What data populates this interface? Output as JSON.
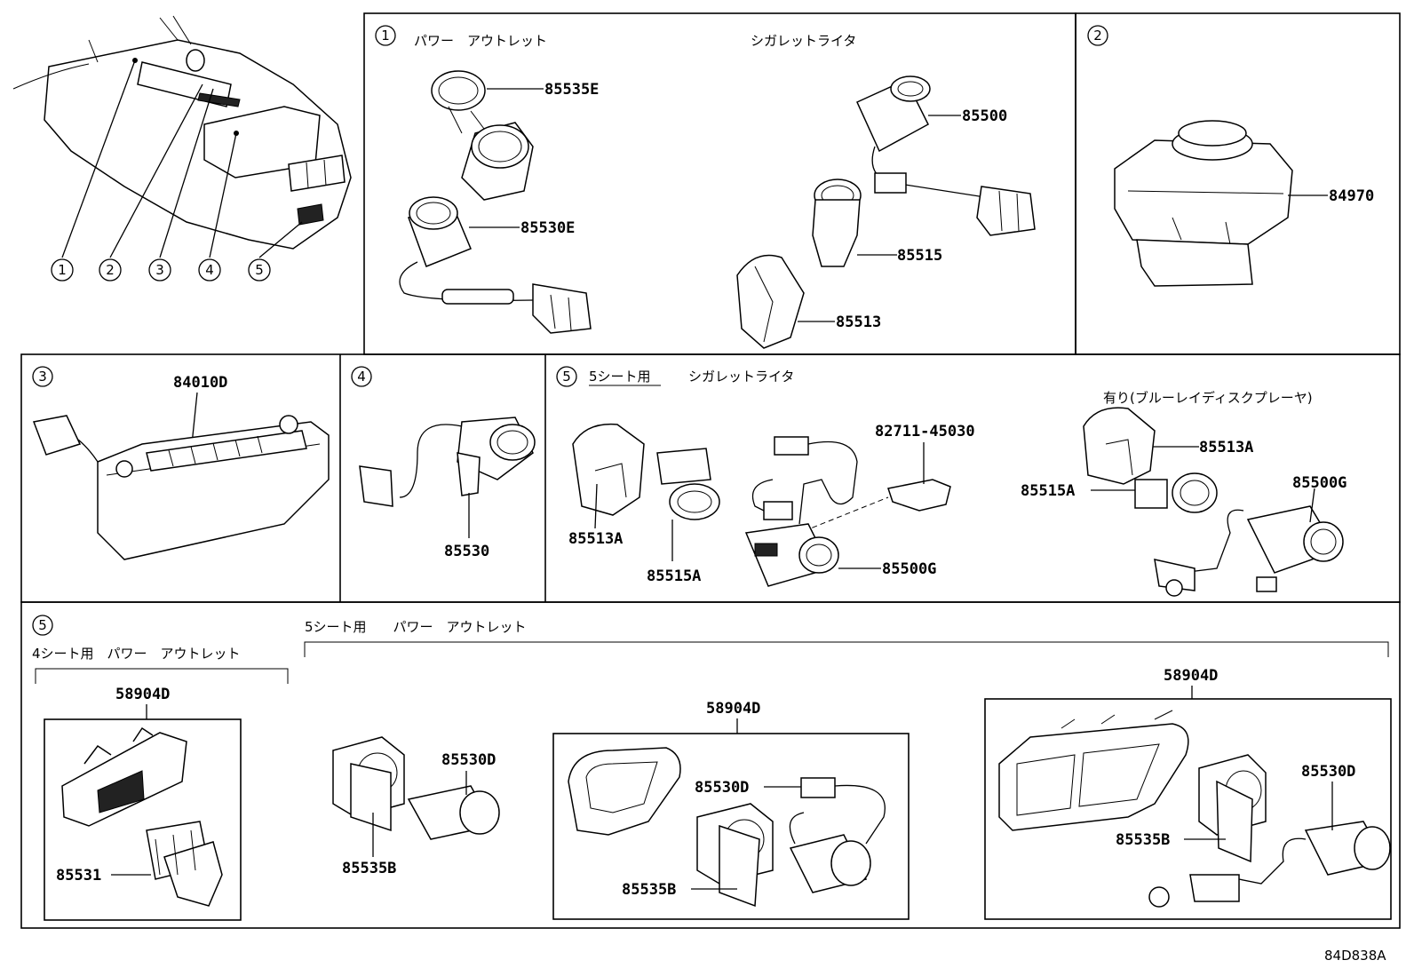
{
  "diagram_code": "84D838A",
  "index_labels": [
    "1",
    "2",
    "3",
    "4",
    "5"
  ],
  "section1": {
    "num": "1",
    "title_power": "パワー　アウトレット",
    "title_lighter": "シガレットライタ",
    "parts": [
      "85535E",
      "85530E",
      "85500",
      "85515",
      "85513"
    ]
  },
  "section2": {
    "num": "2",
    "parts": [
      "84970"
    ]
  },
  "section3": {
    "num": "3",
    "parts": [
      "84010D"
    ]
  },
  "section4": {
    "num": "4",
    "parts": [
      "85530"
    ]
  },
  "section5a": {
    "num": "5",
    "subtitle": "5シート用",
    "title_lighter": "シガレットライタ",
    "bluray_note": "有り(ブルーレイディスクプレーヤ)",
    "parts": [
      "85513A",
      "85515A",
      "82711-45030",
      "85500G",
      "85513A",
      "85515A",
      "85500G"
    ]
  },
  "section5b": {
    "num": "5",
    "title_4seat": "4シート用　パワー　アウトレット",
    "title_5seat": "5シート用　　パワー　アウトレット",
    "parts": [
      "58904D",
      "85531",
      "85530D",
      "85535B",
      "58904D",
      "85530D",
      "85535B",
      "58904D",
      "85530D",
      "85535B"
    ]
  }
}
